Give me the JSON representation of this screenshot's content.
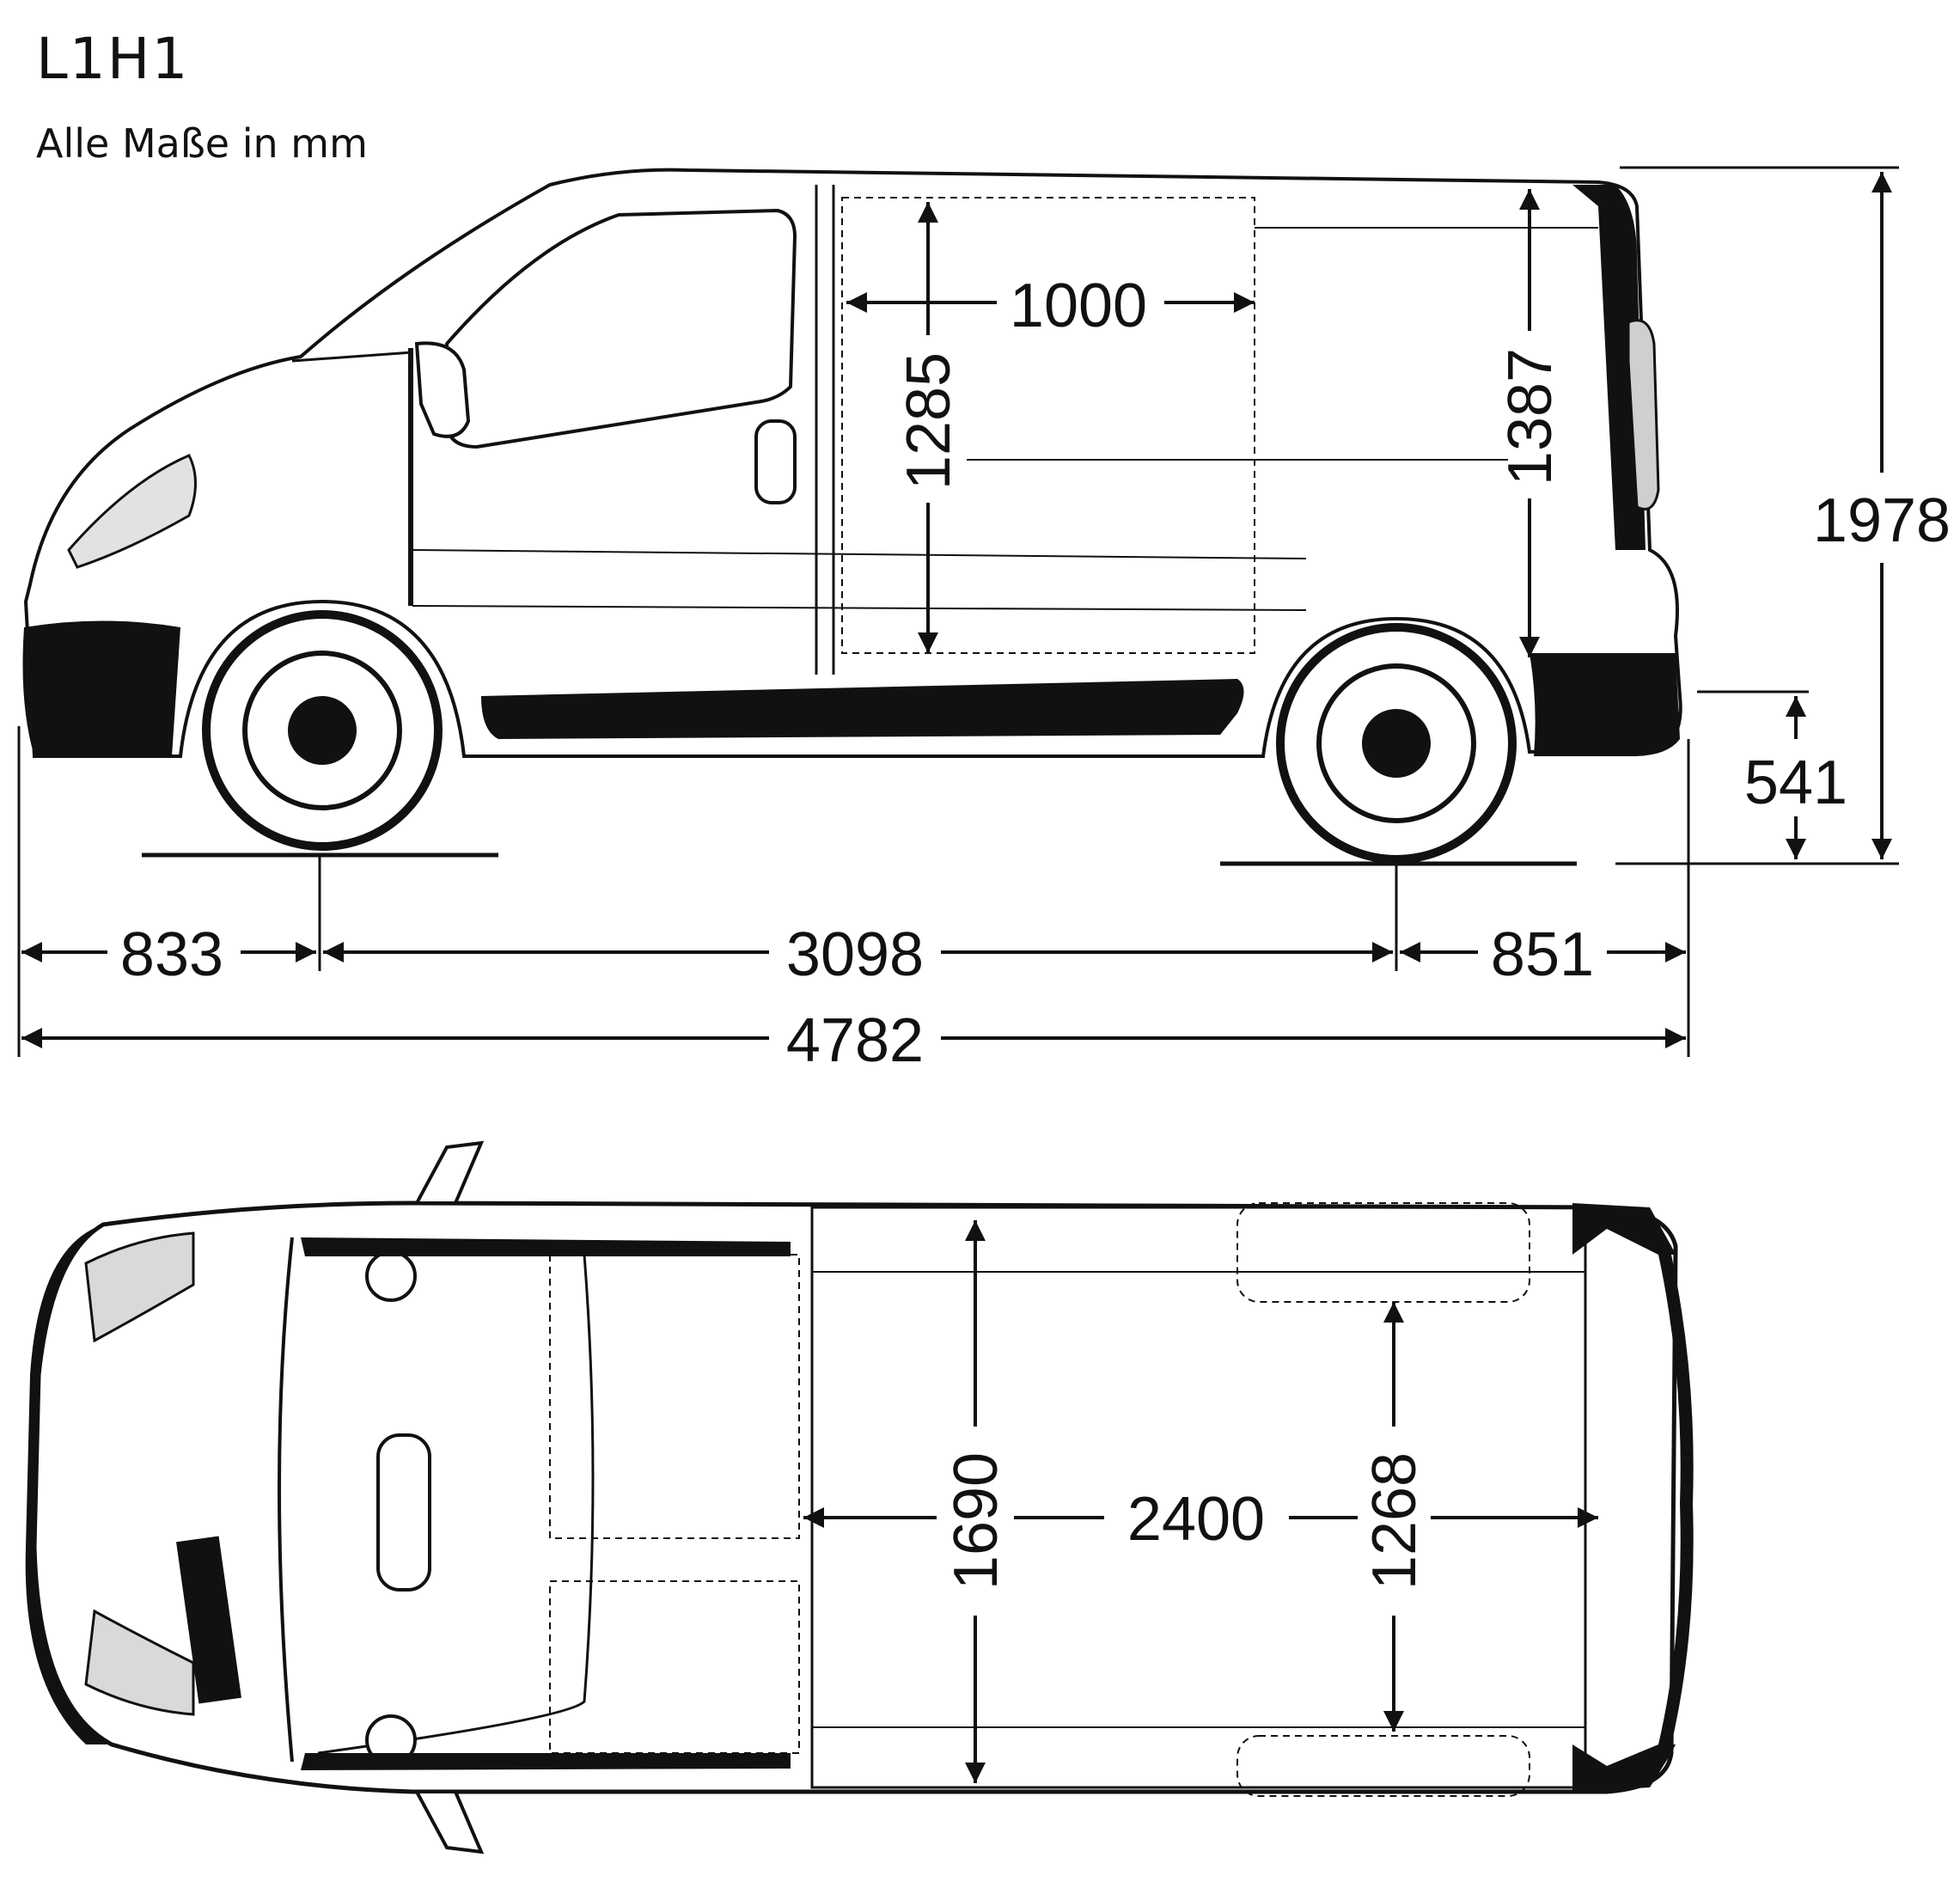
{
  "title": "L1H1",
  "subtitle": "Alle Maße in mm",
  "side_view": {
    "door_width": "1000",
    "door_height": "1285",
    "interior_height": "1387",
    "overall_height": "1978",
    "loading_sill_height": "541",
    "front_overhang": "833",
    "wheelbase": "3098",
    "rear_overhang": "851",
    "overall_length": "4782"
  },
  "top_view": {
    "load_width": "1690",
    "load_length": "2400",
    "width_between_wheel_arches": "1268"
  }
}
